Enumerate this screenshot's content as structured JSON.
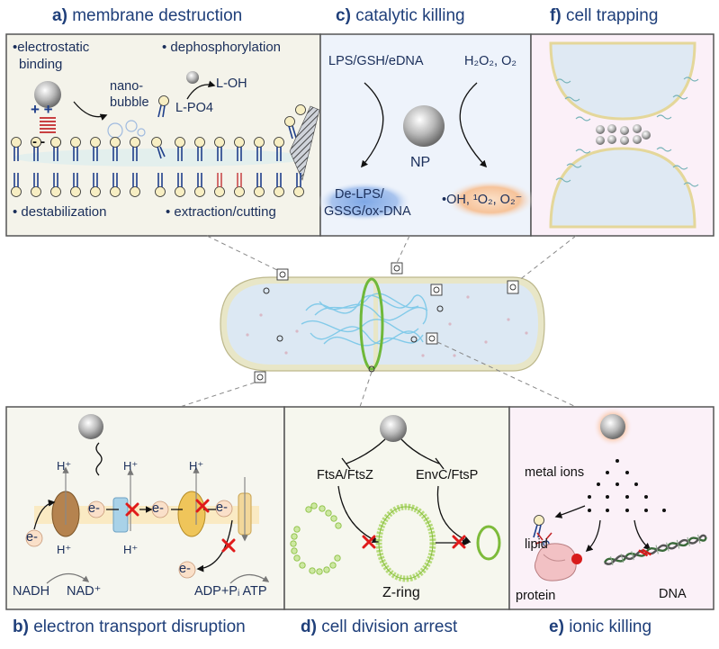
{
  "titles": {
    "a": {
      "letter": "a)",
      "text": "membrane destruction"
    },
    "c": {
      "letter": "c)",
      "text": "catalytic killing"
    },
    "f": {
      "letter": "f)",
      "text": "cell trapping"
    },
    "b": {
      "letter": "b)",
      "text": "electron transport disruption"
    },
    "d": {
      "letter": "d)",
      "text": "cell division arrest"
    },
    "e": {
      "letter": "e)",
      "text": "ionic killing"
    }
  },
  "panel_a": {
    "electrostatic_1": "•electrostatic",
    "electrostatic_2": "binding",
    "dephos": "• dephosphorylation",
    "nano_1": "nano-",
    "nano_2": "bubble",
    "loh": "L-OH",
    "lpo4": "L-PO4",
    "plus": "+ +",
    "minus": "- -",
    "destab": "• destabilization",
    "extract": "• extraction/cutting"
  },
  "panel_c": {
    "left_in": "LPS/GSH/eDNA",
    "right_in": "H₂O₂, O₂",
    "np": "NP",
    "left_out_1": "De-LPS/",
    "left_out_2": "GSSG/ox-DNA",
    "right_out": "•OH, ¹O₂, O₂⁻"
  },
  "panel_b": {
    "hplus": "H⁺",
    "eminus": "e-",
    "nadh": "NADH",
    "nadplus": "NAD⁺",
    "adp": "ADP+Pᵢ ATP"
  },
  "panel_d": {
    "left": "FtsA/FtsZ",
    "right": "EnvC/FtsP",
    "zring": "Z-ring"
  },
  "panel_e": {
    "metal": "metal ions",
    "lipid": "lipid",
    "protein": "protein",
    "dna": "DNA"
  },
  "colors": {
    "title": "#1f3f7a",
    "panel_a_bg": "#f4f3ea",
    "panel_c_bg": "#eef3fb",
    "panel_f_bg": "#fbf0f8",
    "panel_b_bg": "#f6f6ef",
    "panel_d_bg": "#f6f7ee",
    "panel_e_bg": "#fbf1f8",
    "cell_fill": "#dfe9f3",
    "ring_green": "#7dbb3a",
    "cross_red": "#e01b1b"
  }
}
